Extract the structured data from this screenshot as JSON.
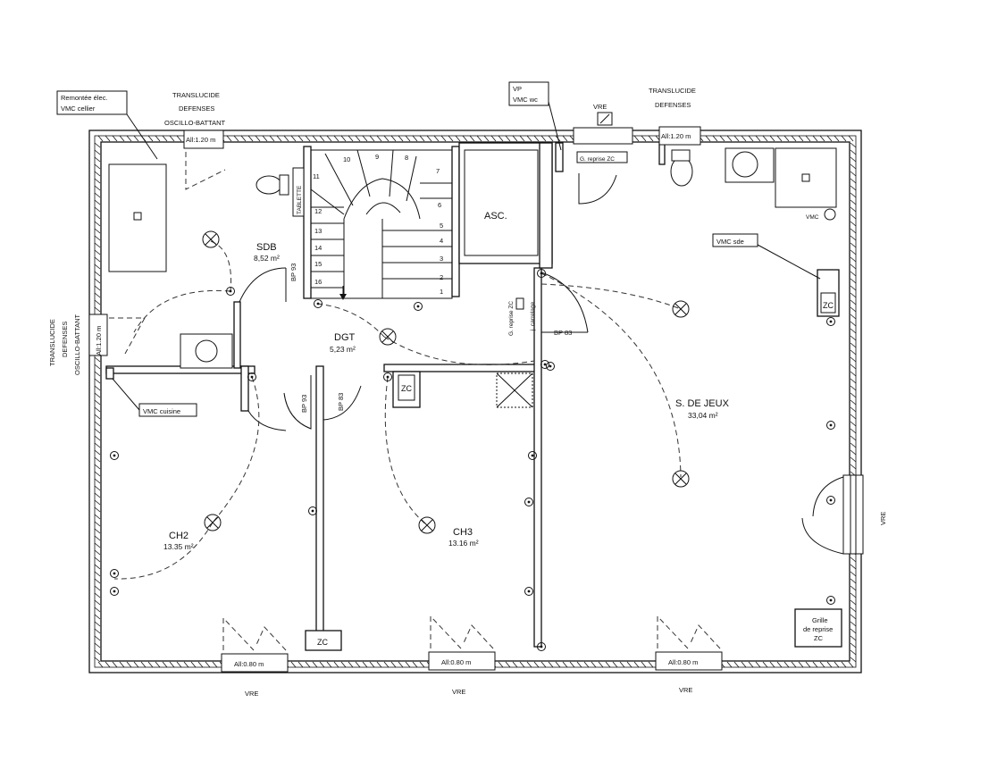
{
  "rooms": {
    "sdb": {
      "name": "SDB",
      "area": "8,52 m²"
    },
    "dgt": {
      "name": "DGT",
      "area": "5,23 m²"
    },
    "asc": {
      "name": "ASC."
    },
    "jeux": {
      "name": "S. DE JEUX",
      "area": "33,04 m²"
    },
    "ch2": {
      "name": "CH2",
      "area": "13.35 m²"
    },
    "ch3": {
      "name": "CH3",
      "area": "13.16 m²"
    }
  },
  "callouts": {
    "remontee": [
      "Remontée élec.",
      "VMC cellier"
    ],
    "vp": [
      "VP",
      "VMC wc"
    ],
    "vmc_sde": "VMC sde",
    "vmc_cuisine": "VMC cuisine",
    "grille": [
      "Grille",
      "de reprise",
      "ZC"
    ]
  },
  "windows": {
    "top_left": [
      "TRANSLUCIDE",
      "DEFENSES",
      "OSCILLO-BATTANT"
    ],
    "top_left_dim": "All:1.20 m",
    "top_vre": "VRE",
    "top_right": [
      "TRANSLUCIDE",
      "DEFENSES"
    ],
    "top_right_dim": "All:1.20 m",
    "left": [
      "TRANSLUCIDE",
      "DEFENSES",
      "OSCILLO-BATTANT"
    ],
    "left_dim": "All:1.20 m",
    "right_vre": "VRE",
    "bottom": [
      {
        "dim": "All:0.80 m",
        "vre": "VRE"
      },
      {
        "dim": "All:0.80 m",
        "vre": "VRE"
      },
      {
        "dim": "All:0.80 m",
        "vre": "VRE"
      }
    ]
  },
  "fixtures": {
    "zc": "ZC",
    "bp93": "BP 93",
    "bp83": "BP 83",
    "tablette": "TABLETTE",
    "vmc": "VMC",
    "g_reprise_zc": "G. reprise ZC",
    "g_reprise_zc_vert": "G. reprise ZC",
    "j_carrelage": "j. carrelage",
    "stair_numbers": [
      "1",
      "2",
      "3",
      "4",
      "5",
      "6",
      "7",
      "8",
      "9",
      "10",
      "11",
      "12",
      "13",
      "14",
      "15",
      "16"
    ]
  }
}
